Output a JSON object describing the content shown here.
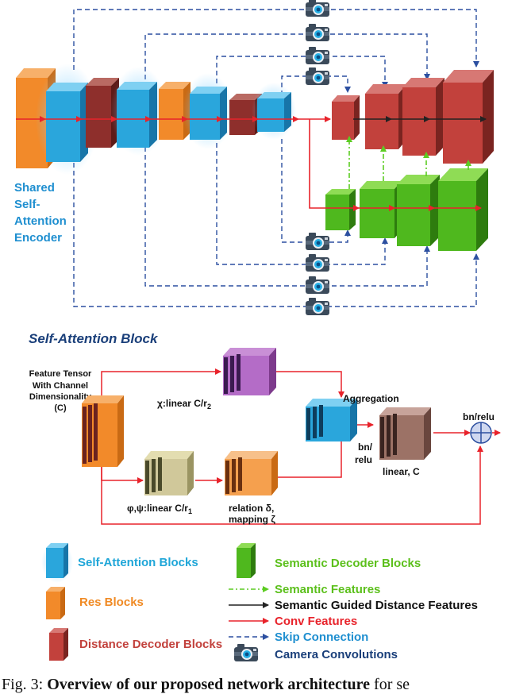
{
  "encoder_label": [
    "Shared",
    "Self-",
    "Attention",
    "Encoder"
  ],
  "self_attention": {
    "title": "Self-Attention Block",
    "input_label": [
      "Feature Tensor",
      "With Channel",
      "Dimensionality",
      "(C)"
    ],
    "chi_label": "χ:linear C/r",
    "chi_sub": "2",
    "phi_psi_label": "φ,ψ:linear C/r",
    "phi_psi_sub": "1",
    "relation_label": [
      "relation  δ,",
      "mapping ζ"
    ],
    "aggregation_label": "Aggregation",
    "bn_relu_mid": [
      "bn/",
      "relu"
    ],
    "linear_c_label": "linear, C",
    "bn_relu_out": "bn/relu"
  },
  "legend": {
    "self_attention_blocks": "Self-Attention Blocks",
    "res_blocks": "Res Blocks",
    "distance_decoder_blocks": "Distance Decoder Blocks",
    "semantic_decoder_blocks": "Semantic Decoder Blocks",
    "semantic_features": "Semantic Features",
    "semantic_guided_distance_features": "Semantic Guided Distance Features",
    "conv_features": "Conv Features",
    "skip_connection": "Skip Connection",
    "camera_convolutions": "Camera Convolutions"
  },
  "caption": {
    "prefix": "Fig. 3: ",
    "bold": "Overview of our proposed network architecture",
    "rest": " for se"
  },
  "colors": {
    "blue_block": "#2aa6dc",
    "orange_block": "#f28a2a",
    "dark_red_block": "#8e2f2c",
    "red_block": "#c2413c",
    "green_block": "#4fb81e",
    "skip_blue": "#2c4fa0",
    "conv_red": "#e8232b",
    "semantic_green": "#5ccc22",
    "black": "#222222",
    "label_blue": "#1f8fd0",
    "label_green": "#5cc01c",
    "label_red": "#e8232b",
    "label_orange": "#f08a24"
  },
  "icons": [
    "camera-icon",
    "circle-plus-icon"
  ]
}
